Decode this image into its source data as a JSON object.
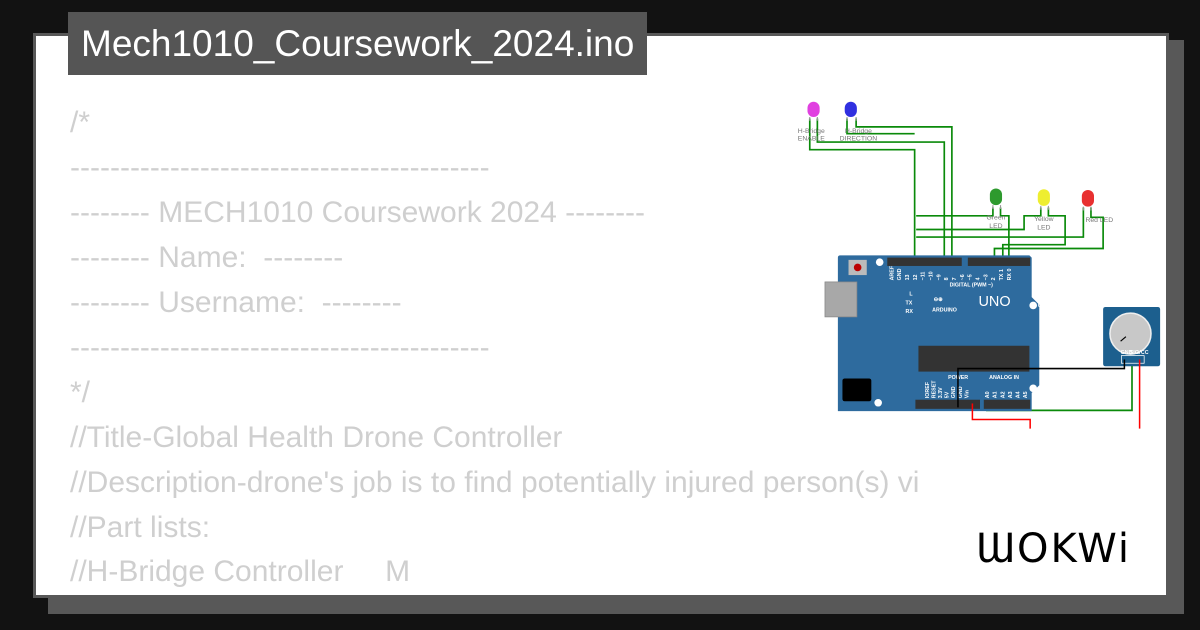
{
  "title": "Mech1010_Coursework_2024.ino",
  "code_lines": [
    "/*",
    "------------------------------------------",
    "-------- MECH1010 Coursework 2024 --------",
    "-------- Name:  --------",
    "-------- Username:  --------",
    "------------------------------------------",
    "*/",
    "//Title-Global Health Drone Controller",
    "//Description-drone's job is to find potentially injured person(s) vi",
    "//Part lists:",
    "//H-Bridge Controller     M"
  ],
  "circuit": {
    "leds": [
      {
        "label1": "H-Bridge",
        "label2": "ENABLE",
        "color": "#e040e0"
      },
      {
        "label1": "H-Bridge",
        "label2": "DIRECTION",
        "color": "#3030e0"
      },
      {
        "label1": "Green",
        "label2": "LED",
        "color": "#2e9a2e"
      },
      {
        "label1": "Yellow",
        "label2": "LED",
        "color": "#eeee30"
      },
      {
        "label1": "Red LED",
        "label2": "",
        "color": "#e83030"
      }
    ],
    "arduino": {
      "brand": "ARDUINO",
      "model": "UNO",
      "digital_label": "DIGITAL (PWM ~)",
      "power_label": "POWER",
      "analog_label": "ANALOG IN",
      "on_label": "ON",
      "led_labels": [
        "L",
        "TX",
        "RX"
      ],
      "digital_pins": [
        "AREF",
        "GND",
        "13",
        "12",
        "~11",
        "~10",
        "~9",
        "8",
        "7",
        "~6",
        "~5",
        "4",
        "~3",
        "2",
        "TX 1",
        "RX 0"
      ],
      "power_pins": [
        "IOREF",
        "RESET",
        "3.3V",
        "5V",
        "GND",
        "GND",
        "Vin"
      ],
      "analog_pins": [
        "A0",
        "A1",
        "A2",
        "A3",
        "A4",
        "A5"
      ],
      "board_color": "#2e6b9e"
    },
    "potentiometer": {
      "pins": [
        "GND",
        "SIG",
        "VCC"
      ]
    },
    "wire_colors": {
      "signal": "#0a8a0a",
      "ground": "#000000",
      "power": "#ff0000"
    }
  },
  "logo": "WOKWI"
}
